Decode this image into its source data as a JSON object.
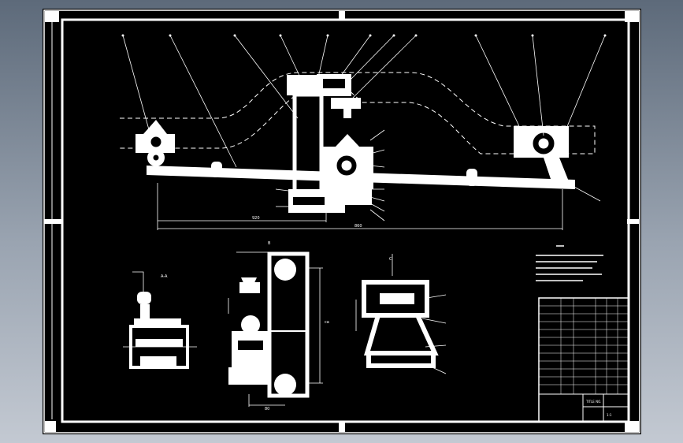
{
  "drawing": {
    "main_dims": {
      "short": "920",
      "long": "860"
    },
    "view_labels": {
      "left": "A-A",
      "center": "B",
      "right": "C"
    },
    "center_dims": {
      "width": "80",
      "height": "ca"
    }
  },
  "title_block": {
    "name_cell": "TITLE NO.",
    "code_cell": "1:1"
  }
}
